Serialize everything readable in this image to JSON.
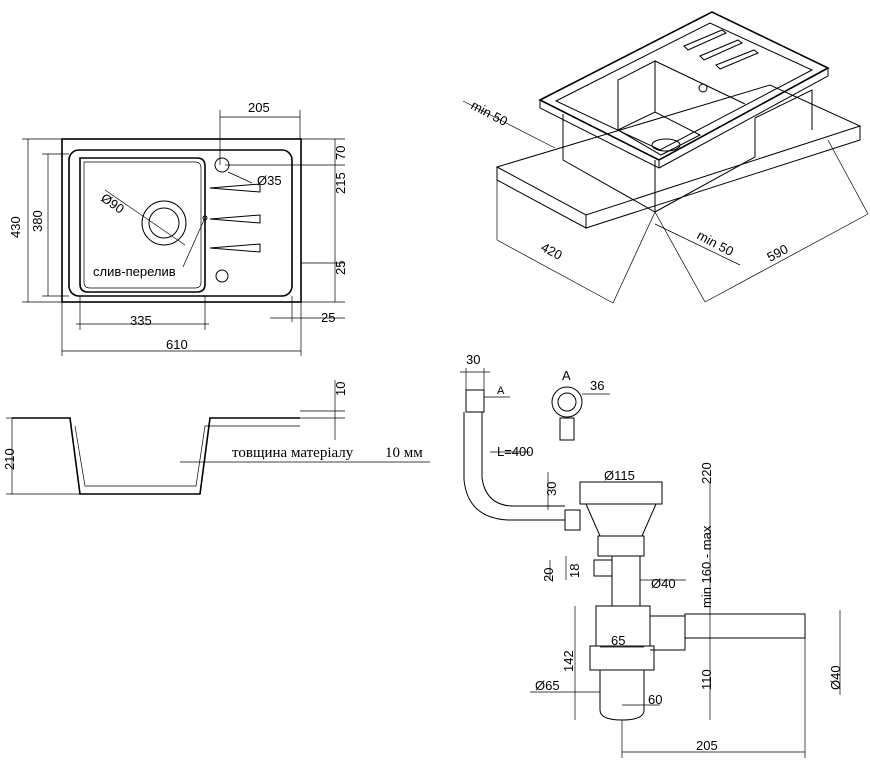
{
  "top_view": {
    "d_205": "205",
    "d_70": "70",
    "d_215": "215",
    "d_35": "Ø35",
    "d_90": "Ø90",
    "d_430": "430",
    "d_380": "380",
    "d_25_right": "25",
    "d_25_bottom": "25",
    "d_335": "335",
    "d_610": "610",
    "drain_label": "слив-перелив"
  },
  "iso_view": {
    "min50_a": "min 50",
    "min50_b": "min 50",
    "d_420": "420",
    "d_590": "590"
  },
  "section_view": {
    "d_10": "10",
    "d_210": "210",
    "thickness_label": "товщина матеріалу",
    "thickness_value": "10 мм"
  },
  "siphon": {
    "d_30_top": "30",
    "label_a_small": "A",
    "label_a_big": "A",
    "d_36": "36",
    "d_L400": "L=400",
    "d_115": "Ø115",
    "d_30_side": "30",
    "d_220": "220",
    "d_range": "min 160 - max",
    "d_20": "20",
    "d_18": "18",
    "d_40_pipe": "Ø40",
    "d_65_inner": "65",
    "d_142": "142",
    "d_110": "110",
    "d_40_out": "Ø40",
    "d_65_bottom": "Ø65",
    "d_60": "60",
    "d_205": "205"
  }
}
